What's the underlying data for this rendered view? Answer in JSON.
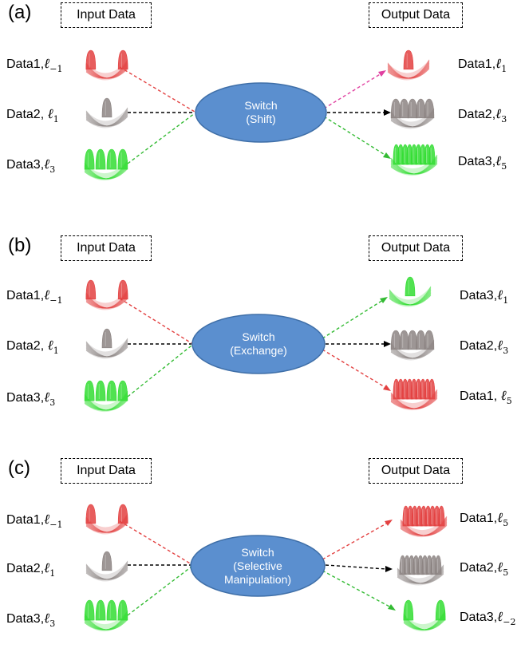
{
  "panels": [
    {
      "label": "(a)",
      "input_title": "Input Data",
      "output_title": "Output Data",
      "switch_lines": [
        "Switch",
        "(Shift)"
      ],
      "inputs": [
        {
          "name": "Data1,",
          "l": "ℓ",
          "sub": "−1",
          "color": "#e34141"
        },
        {
          "name": "Data2,",
          "l": "ℓ",
          "sub": "1",
          "color": "#8c8482"
        },
        {
          "name": "Data3,",
          "l": "ℓ",
          "sub": "3",
          "color": "#33dd33"
        }
      ],
      "outputs": [
        {
          "name": "Data1,",
          "l": "ℓ",
          "sub": "1",
          "color": "#e34141"
        },
        {
          "name": "Data2,",
          "l": "ℓ",
          "sub": "3",
          "color": "#8c8482"
        },
        {
          "name": "Data3,",
          "l": "ℓ",
          "sub": "5",
          "color": "#33dd33"
        }
      ]
    },
    {
      "label": "(b)",
      "input_title": "Input Data",
      "output_title": "Output Data",
      "switch_lines": [
        "Switch",
        "(Exchange)"
      ],
      "inputs": [
        {
          "name": "Data1,",
          "l": "ℓ",
          "sub": "−1",
          "color": "#e34141"
        },
        {
          "name": "Data2,",
          "l": "ℓ",
          "sub": "1",
          "color": "#8c8482"
        },
        {
          "name": "Data3,",
          "l": "ℓ",
          "sub": "3",
          "color": "#33dd33"
        }
      ],
      "outputs": [
        {
          "name": "Data3,",
          "l": "ℓ",
          "sub": "1",
          "color": "#33dd33"
        },
        {
          "name": "Data2,",
          "l": "ℓ",
          "sub": "3",
          "color": "#8c8482"
        },
        {
          "name": "Data1,",
          "l": "ℓ",
          "sub": "5",
          "color": "#e34141"
        }
      ]
    },
    {
      "label": "(c)",
      "input_title": "Input Data",
      "output_title": "Output Data",
      "switch_lines": [
        "Switch",
        "(Selective",
        "Manipulation)"
      ],
      "inputs": [
        {
          "name": "Data1,",
          "l": "ℓ",
          "sub": "−1",
          "color": "#e34141"
        },
        {
          "name": "Data2,",
          "l": "ℓ",
          "sub": "1",
          "color": "#8c8482"
        },
        {
          "name": "Data3,",
          "l": "ℓ",
          "sub": "3",
          "color": "#33dd33"
        }
      ],
      "outputs": [
        {
          "name": "Data1,",
          "l": "ℓ",
          "sub": "5",
          "color": "#e34141"
        },
        {
          "name": "Data2,",
          "l": "ℓ",
          "sub": "5",
          "color": "#8c8482"
        },
        {
          "name": "Data3,",
          "l": "ℓ",
          "sub": "−2",
          "color": "#33dd33"
        }
      ]
    }
  ],
  "colors": {
    "switch_fill": "#5b8fcf",
    "switch_stroke": "#3f6fa8",
    "black_line": "#000000"
  }
}
